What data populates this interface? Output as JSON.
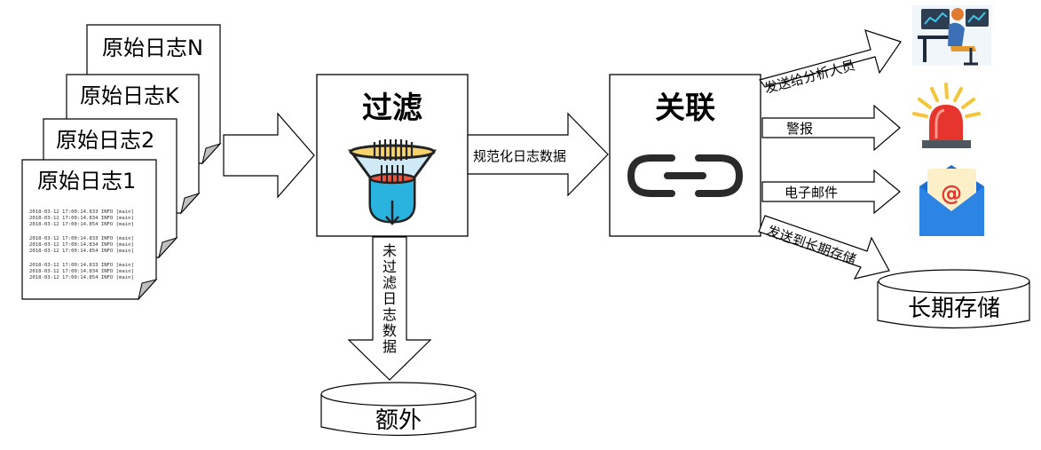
{
  "logs": {
    "n": "原始日志N",
    "k": "原始日志K",
    "two": "原始日志2",
    "one": "原始日志1",
    "lines": [
      "2018-03-12 17:00:14.833 INFO  [main]",
      "2018-03-12 17:00:14.834 INFO  [main]",
      "2018-03-12 17:00:14.854 INFO  [main]",
      "2018-03-12 17:00:14.833 INFO  [main]",
      "2018-03-12 17:00:14.834 INFO  [main]",
      "2018-03-12 17:00:14.854 INFO  [main]",
      "2018-03-12 17:00:14.833 INFO  [main]",
      "2018-03-12 17:00:14.834 INFO  [main]",
      "2018-03-12 17:00:14.854 INFO  [main]"
    ]
  },
  "filter": {
    "title": "过滤",
    "icon": "funnel-icon"
  },
  "normalized_label": "规范化日志数据",
  "unfiltered_label": "未过滤日志数据",
  "extra_store": "额外",
  "correlate": {
    "title": "关联",
    "icon": "link-icon"
  },
  "outputs": {
    "analyst": {
      "label": "发送给分析人员",
      "icon": "analyst-icon"
    },
    "alarm": {
      "label": "警报",
      "icon": "alarm-light-icon"
    },
    "email": {
      "label": "电子邮件",
      "icon": "email-icon",
      "symbol": "@"
    },
    "storage": {
      "label": "发送到长期存储",
      "icon": "database-icon"
    }
  },
  "long_term_store": "长期存储"
}
